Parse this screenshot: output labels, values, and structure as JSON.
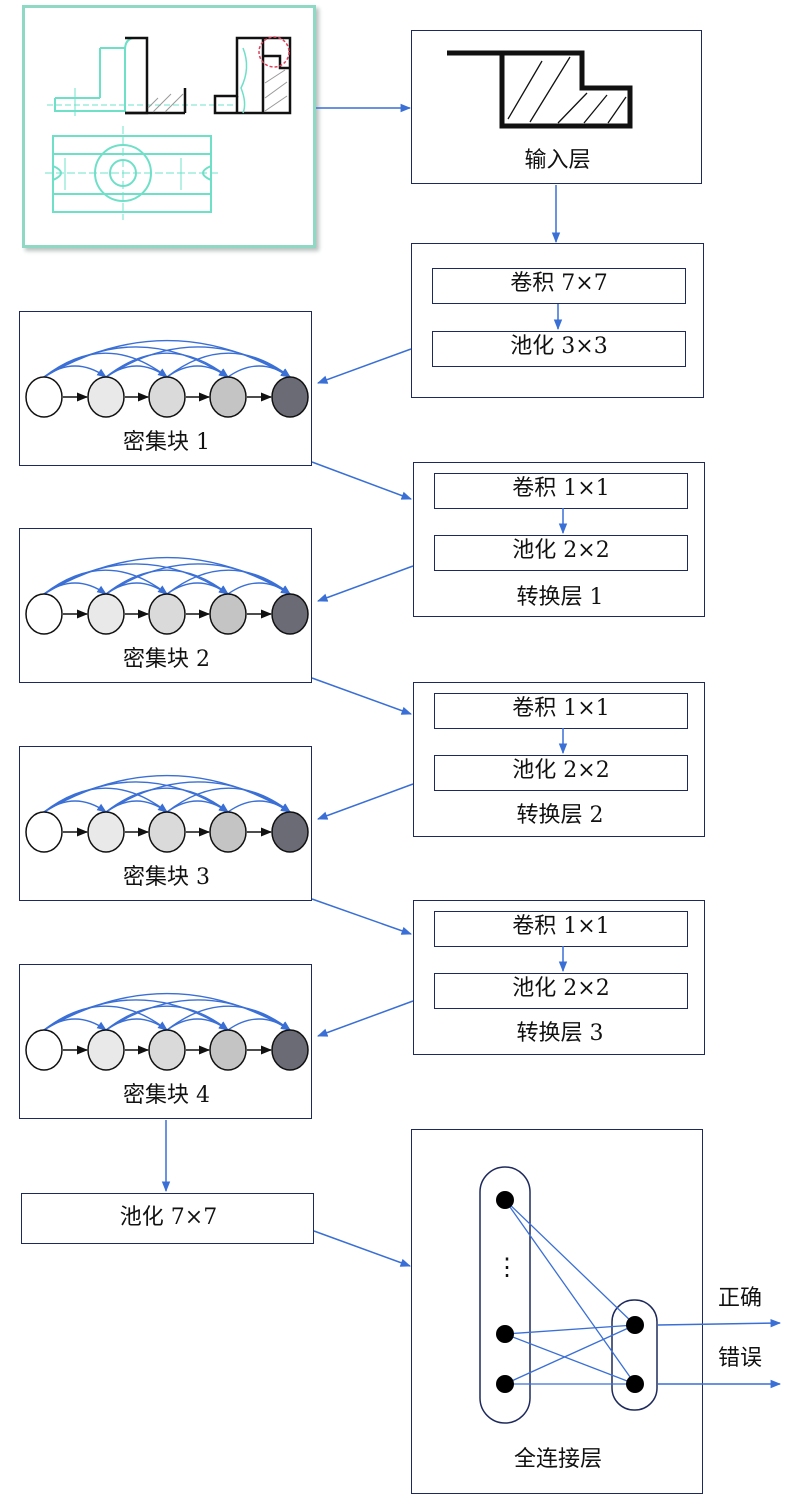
{
  "input_layer": {
    "label": "输入层"
  },
  "stem": {
    "conv": "卷积 7×7",
    "pool": "池化 3×3"
  },
  "dense_blocks": [
    {
      "label": "密集块 1"
    },
    {
      "label": "密集块 2"
    },
    {
      "label": "密集块 3"
    },
    {
      "label": "密集块 4"
    }
  ],
  "transition_layers": [
    {
      "conv": "卷积 1×1",
      "pool": "池化 2×2",
      "label": "转换层 1"
    },
    {
      "conv": "卷积 1×1",
      "pool": "池化 2×2",
      "label": "转换层 2"
    },
    {
      "conv": "卷积 1×1",
      "pool": "池化 2×2",
      "label": "转换层 3"
    }
  ],
  "final_pool": {
    "label": "池化 7×7"
  },
  "fc_layer": {
    "label": "全连接层",
    "ellipsis": "⋮"
  },
  "outputs": {
    "correct": "正确",
    "wrong": "错误"
  },
  "colors": {
    "box_border": "#1f2a5c",
    "arrow": "#3a6fd6",
    "drawing_lines": "#6fe0c8",
    "node_fills": [
      "#ffffff",
      "#e9e9e9",
      "#dadada",
      "#c4c4c4",
      "#6b6b75"
    ]
  }
}
